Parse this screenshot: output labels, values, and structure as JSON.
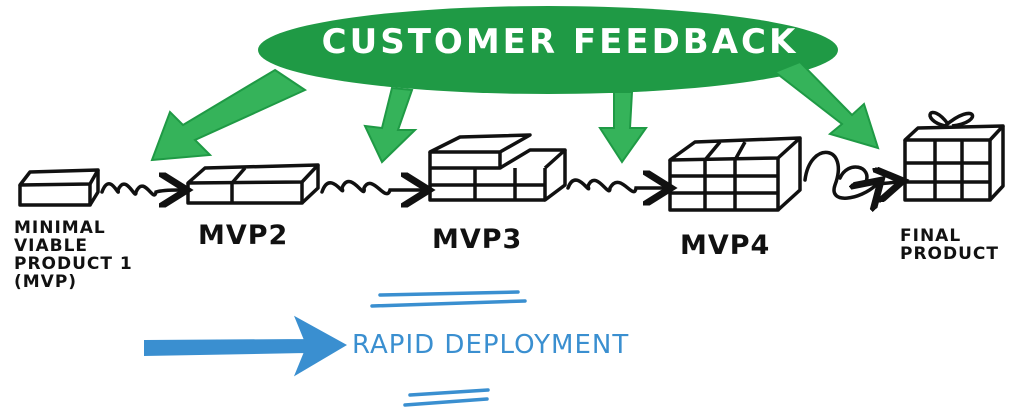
{
  "feedback": {
    "label": "CUSTOMER FEEDBACK",
    "color": "#1f9a45"
  },
  "stages": [
    {
      "label": "MINIMAL VIABLE PRODUCT 1 (MVP)"
    },
    {
      "label": "MVP2"
    },
    {
      "label": "MVP3"
    },
    {
      "label": "MVP4"
    },
    {
      "label": "FINAL PRODUCT"
    }
  ],
  "deployment": {
    "label": "RAPID DEPLOYMENT",
    "color": "#3a8fd0"
  }
}
